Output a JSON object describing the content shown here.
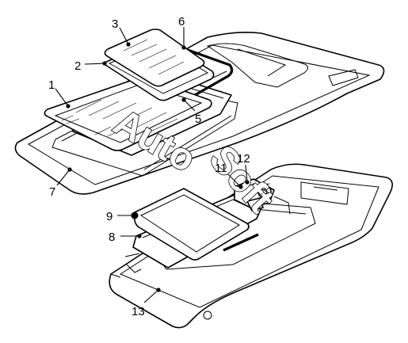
{
  "callouts": [
    {
      "id": "c1",
      "label": "1"
    },
    {
      "id": "c2",
      "label": "2"
    },
    {
      "id": "c3",
      "label": "3"
    },
    {
      "id": "c5",
      "label": "5"
    },
    {
      "id": "c6",
      "label": "6"
    },
    {
      "id": "c7",
      "label": "7"
    },
    {
      "id": "c8",
      "label": "8"
    },
    {
      "id": "c9",
      "label": "9"
    },
    {
      "id": "c11",
      "label": "11"
    },
    {
      "id": "c12",
      "label": "12"
    },
    {
      "id": "c13",
      "label": "13"
    }
  ],
  "watermark": {
    "part1": "Auto",
    "part2": "Soft"
  }
}
